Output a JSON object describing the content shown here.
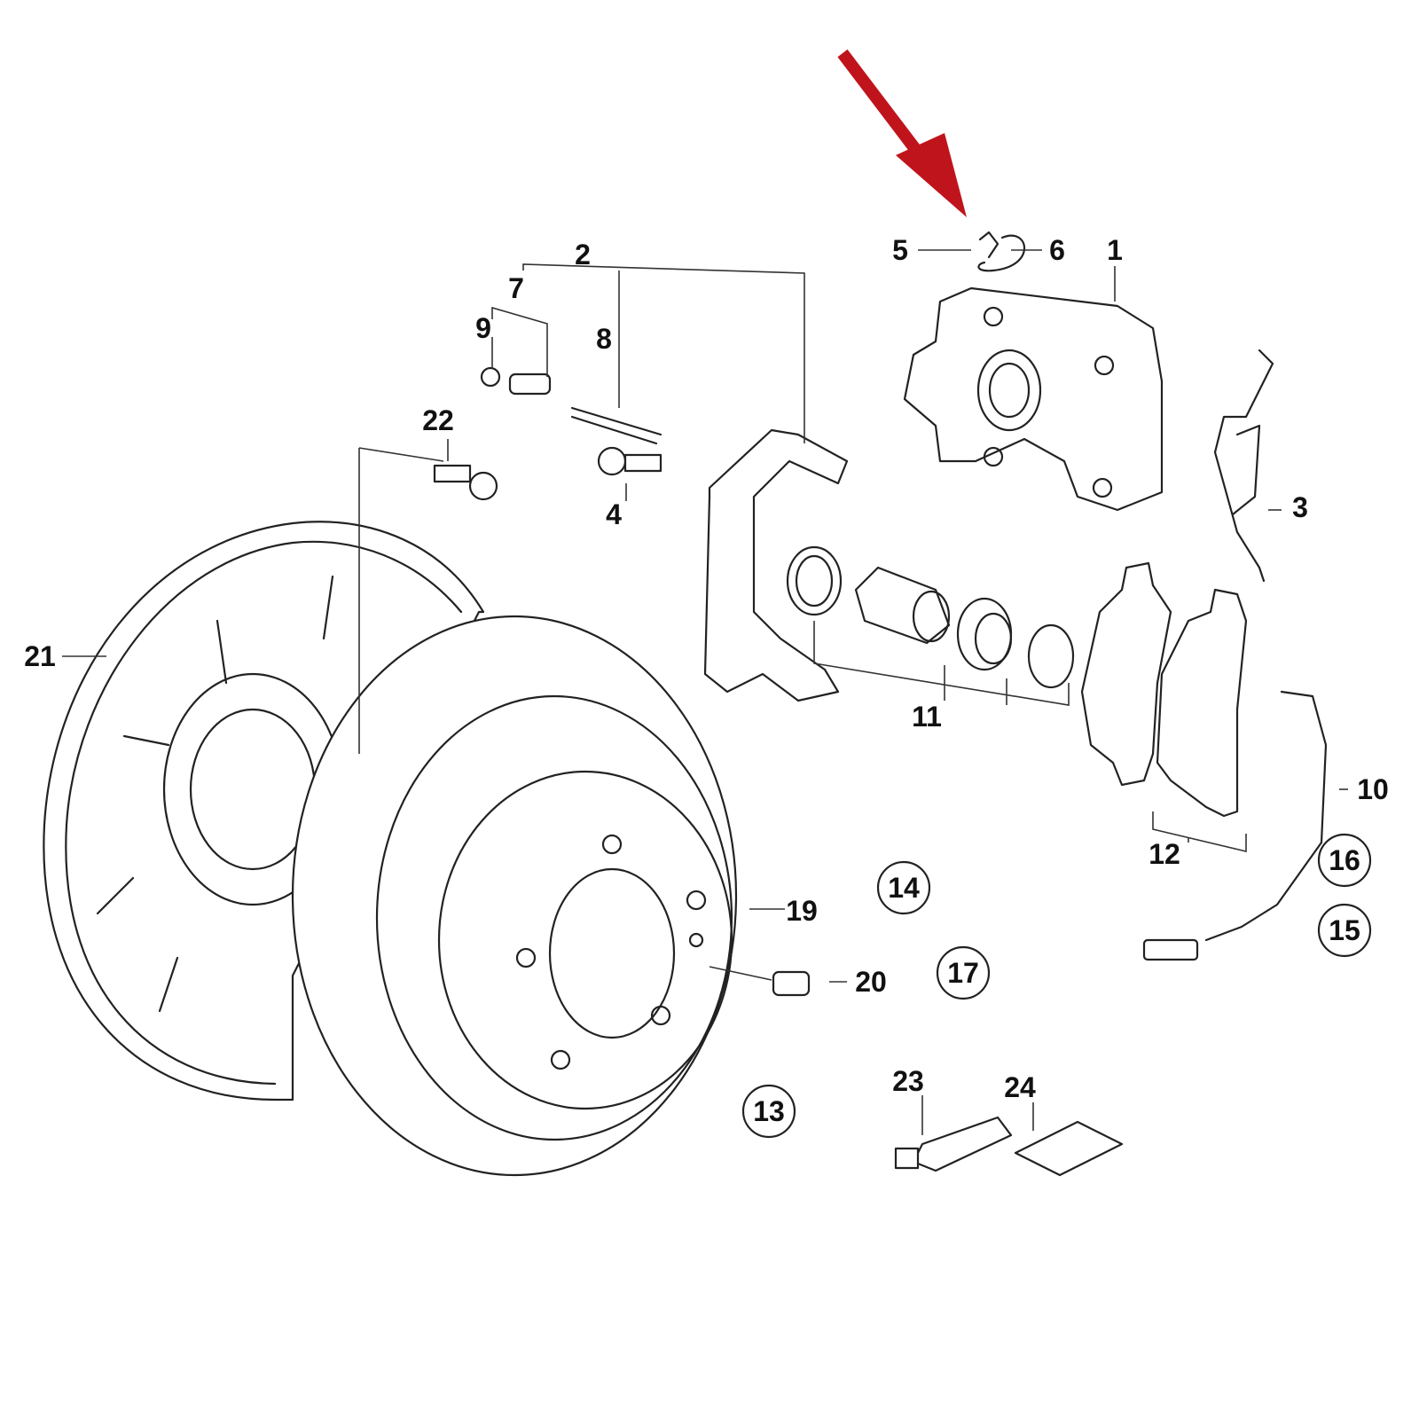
{
  "diagram": {
    "arrow_color": "#c0141c",
    "labels": {
      "p1": "1",
      "p2": "2",
      "p3": "3",
      "p4": "4",
      "p5": "5",
      "p6": "6",
      "p7": "7",
      "p8": "8",
      "p9": "9",
      "p10": "10",
      "p11": "11",
      "p12": "12",
      "p19": "19",
      "p20": "20",
      "p21": "21",
      "p22": "22",
      "p23": "23",
      "p24": "24"
    },
    "circled_labels": {
      "p13": "13",
      "p14": "14",
      "p15": "15",
      "p16": "16",
      "p17": "17"
    }
  }
}
